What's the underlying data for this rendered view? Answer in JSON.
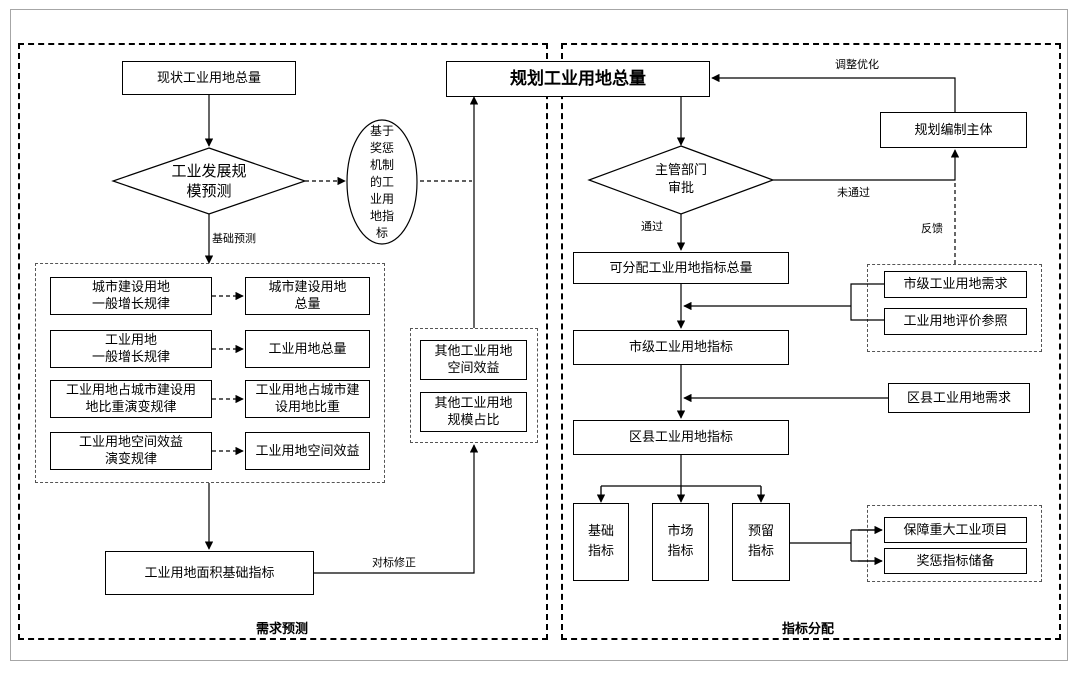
{
  "left_panel": {
    "title": "需求预测",
    "current_total": "现状工业用地总量",
    "decision": "工业发展规\n模预测",
    "ellipse": "基于\n奖惩\n机制\n的工\n业用\n地指\n标",
    "edge_basic": "基础预测",
    "laws": [
      {
        "law": "城市建设用地\n一般增长规律",
        "result": "城市建设用地\n总量"
      },
      {
        "law": "工业用地\n一般增长规律",
        "result": "工业用地总量"
      },
      {
        "law": "工业用地占城市建设用\n地比重演变规律",
        "result": "工业用地占城市建\n设用地比重"
      },
      {
        "law": "工业用地空间效益\n演变规律",
        "result": "工业用地空间效益"
      }
    ],
    "basic_index": "工业用地面积基础指标",
    "edge_adjust": "对标修正",
    "other": [
      "其他工业用地\n空间效益",
      "其他工业用地\n规模占比"
    ]
  },
  "right_panel": {
    "title": "指标分配",
    "plan_total": "规划工业用地总量",
    "edge_optimize": "调整优化",
    "planning_body": "规划编制主体",
    "decision": "主管部门\n审批",
    "edge_fail": "未通过",
    "edge_pass": "通过",
    "edge_feedback": "反馈",
    "distributable": "可分配工业用地指标总量",
    "city_index": "市级工业用地指标",
    "district_index": "区县工业用地指标",
    "city_demand": "市级工业用地需求",
    "evaluation": "工业用地评价参照",
    "district_demand": "区县工业用地需求",
    "basic_alloc": "基础\n指标",
    "market_alloc": "市场\n指标",
    "reserve_alloc": "预留\n指标",
    "major_projects": "保障重大工业项目",
    "reward_reserve": "奖惩指标储备"
  }
}
